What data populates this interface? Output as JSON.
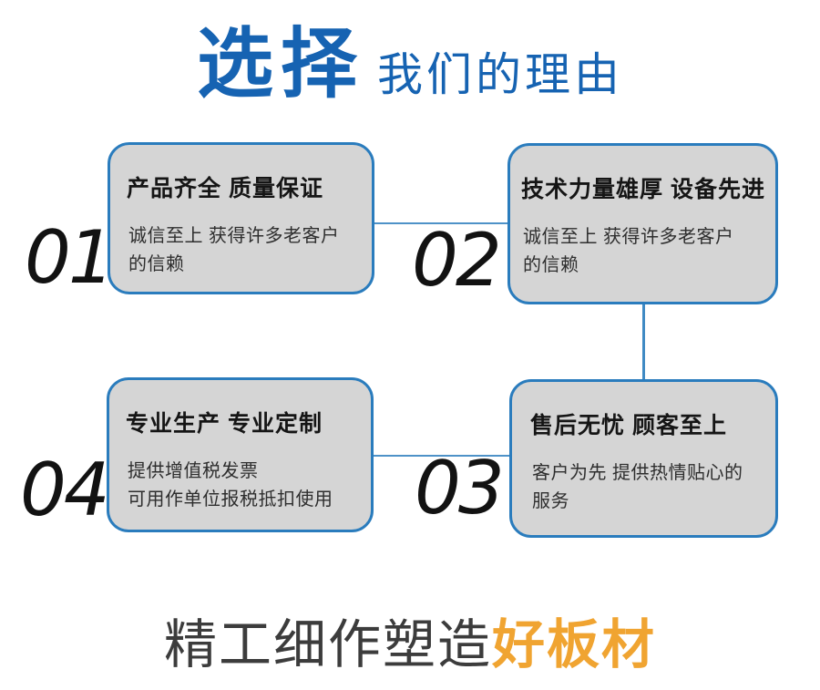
{
  "title": {
    "highlight": "选择",
    "rest": "我们的理由"
  },
  "cards": [
    {
      "number": "01",
      "title": "产品齐全 质量保证",
      "desc": "诚信至上 获得许多老客户\n的信赖"
    },
    {
      "number": "02",
      "title": "技术力量雄厚 设备先进",
      "desc": "诚信至上 获得许多老客户\n的信赖"
    },
    {
      "number": "03",
      "title": "售后无忧 顾客至上",
      "desc": "客户为先 提供热情贴心的\n服务"
    },
    {
      "number": "04",
      "title": "专业生产 专业定制",
      "desc": "提供增值税发票\n可用作单位报税抵扣使用"
    }
  ],
  "footer": {
    "normal": "精工细作塑造",
    "highlight": "好板材"
  },
  "colors": {
    "headline_blue": "#1663b2",
    "card_border_blue": "#2a7cbd",
    "connector_blue": "#4e92c8",
    "card_background_gray": "#d5d5d5",
    "number_black": "#121212",
    "footer_gray": "#3c3c3c",
    "accent_orange": "#f0a431"
  }
}
